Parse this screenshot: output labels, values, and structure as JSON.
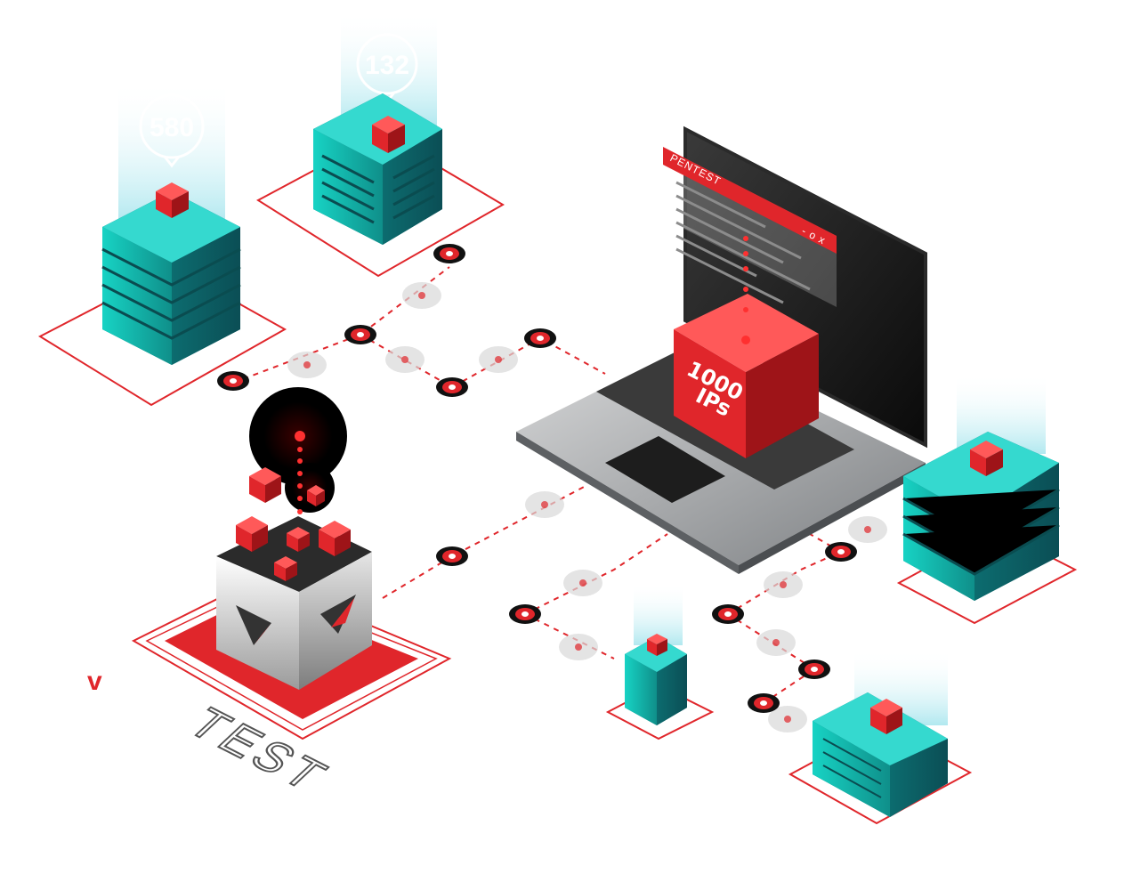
{
  "colors": {
    "accent_red": "#e0262b",
    "teal": "#1fb5ad",
    "laptop_grey": "#8a8d90",
    "screen_dark": "#111111"
  },
  "buildings": {
    "left_tower_count": "580",
    "top_building_count": "132"
  },
  "laptop": {
    "window_title": "PENTEST",
    "window_controls": "- o x",
    "cube_line1": "1000",
    "cube_line2": "IPs"
  },
  "test_box": {
    "label": "TEST"
  },
  "brand": {
    "mark": "v"
  }
}
